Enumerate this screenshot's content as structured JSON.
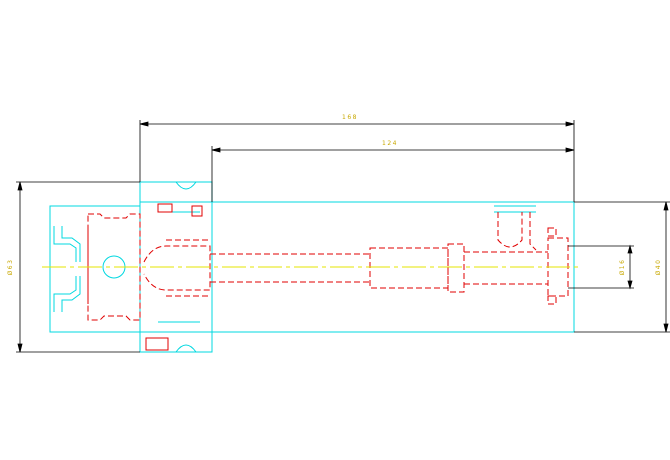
{
  "colors": {
    "background": "#ffffff",
    "outline": "#00d8e0",
    "hidden": "#e00000",
    "centerline": "#e6e600",
    "dimension": "#000000",
    "dimension_text": "#c8a800"
  },
  "dimensions": {
    "overall_length": "168",
    "body_length": "124",
    "shank_diameter": "Ø63",
    "body_diameter": "Ø40",
    "bore_diameter": "Ø16"
  }
}
